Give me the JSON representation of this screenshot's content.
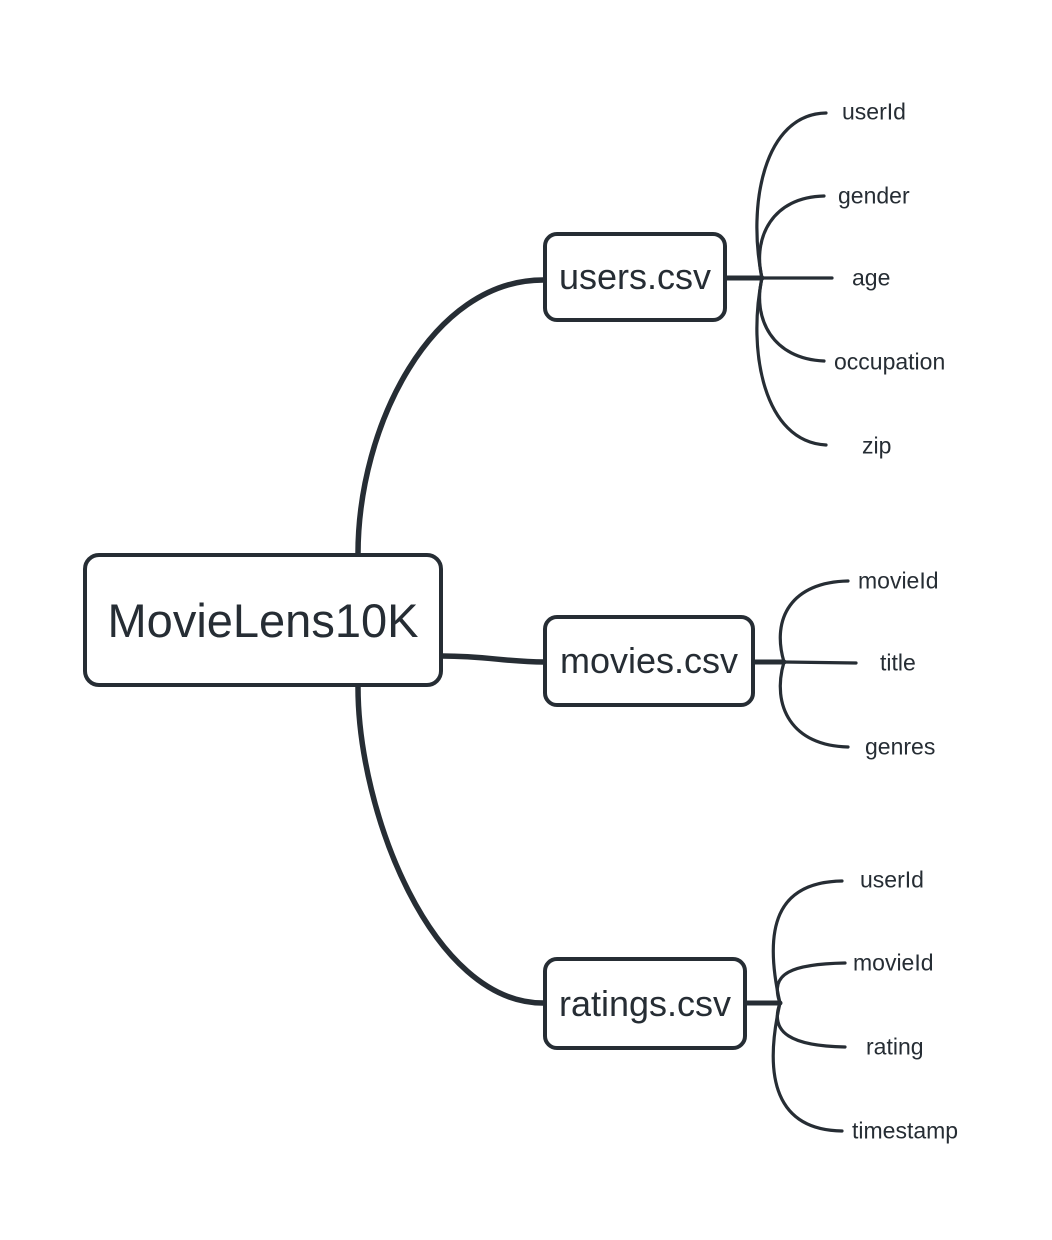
{
  "diagram": {
    "type": "mindmap",
    "root": {
      "label": "MovieLens10K"
    },
    "branches": [
      {
        "label": "users.csv",
        "fields": [
          "userId",
          "gender",
          "age",
          "occupation",
          "zip"
        ]
      },
      {
        "label": "movies.csv",
        "fields": [
          "movieId",
          "title",
          "genres"
        ]
      },
      {
        "label": "ratings.csv",
        "fields": [
          "userId",
          "movieId",
          "rating",
          "timestamp"
        ]
      }
    ]
  },
  "colors": {
    "stroke": "#262d34",
    "text": "#262d34",
    "background": "#ffffff"
  }
}
